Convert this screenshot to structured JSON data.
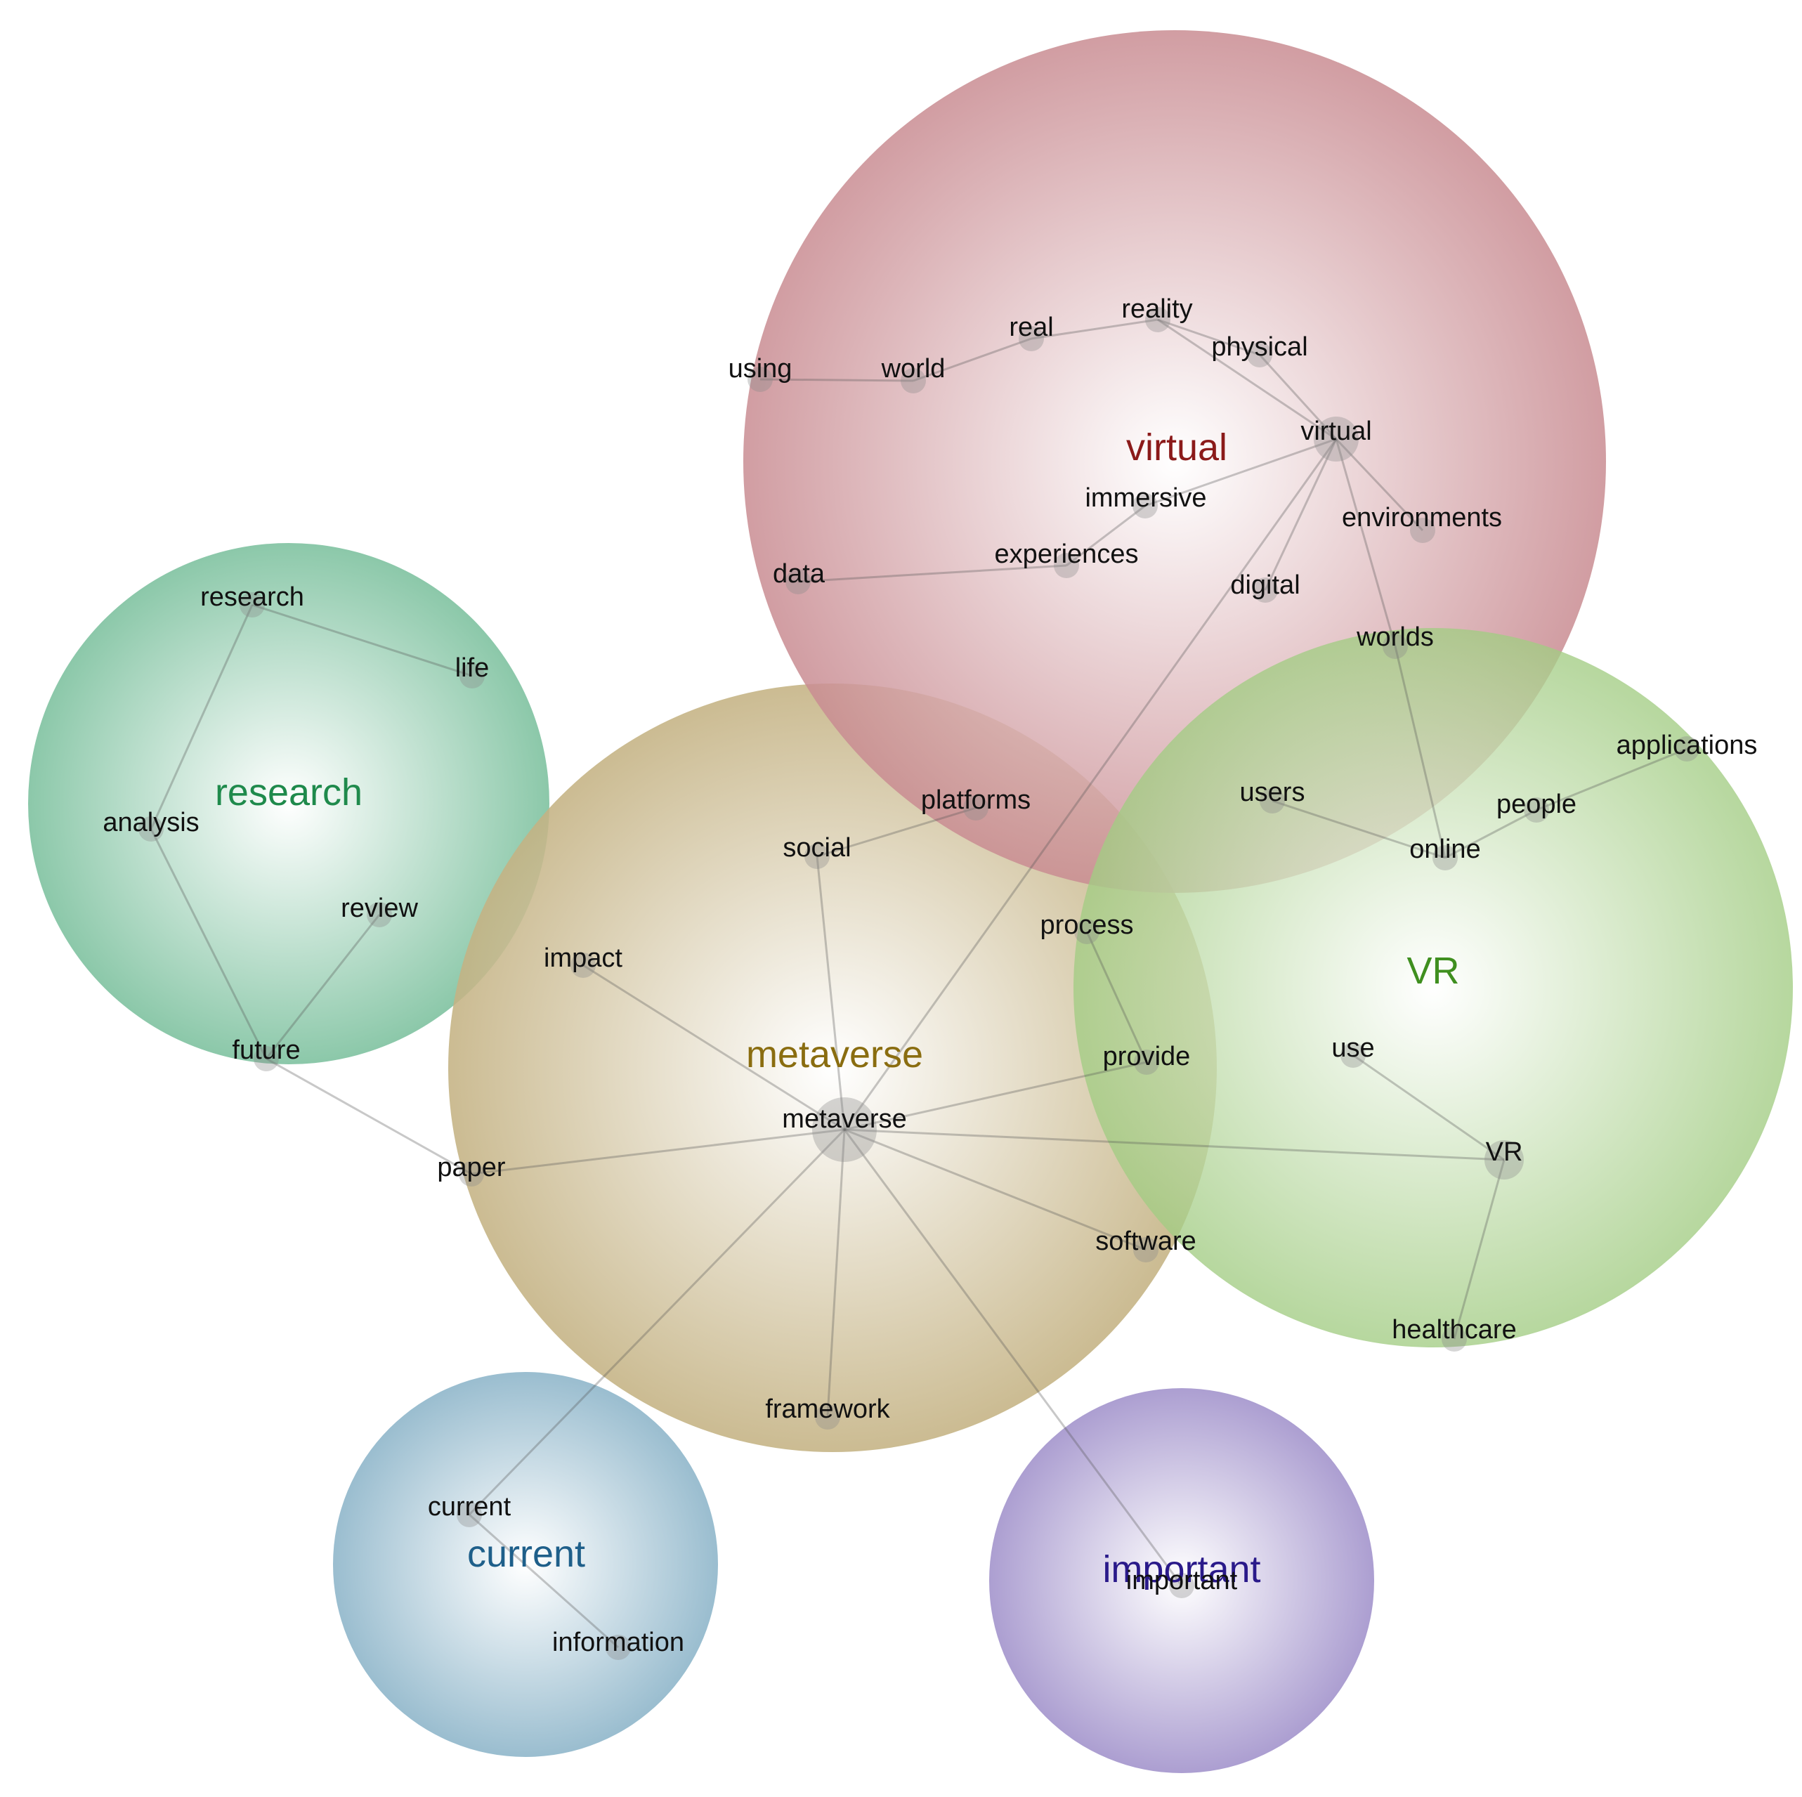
{
  "themes": [
    {
      "id": "virtual",
      "label": "virtual",
      "color": "#c98c92",
      "text_color": "#8b1a1a"
    },
    {
      "id": "research",
      "label": "research",
      "color": "#8cc7a8",
      "text_color": "#1f8a4c"
    },
    {
      "id": "metaverse",
      "label": "metaverse",
      "color": "#c9b98a",
      "text_color": "#8a6d10"
    },
    {
      "id": "vr",
      "label": "VR",
      "color": "#a9d08c",
      "text_color": "#3f8f1f"
    },
    {
      "id": "current",
      "label": "current",
      "color": "#93b9cd",
      "text_color": "#1e5f8a"
    },
    {
      "id": "important",
      "label": "important",
      "color": "#a99bd0",
      "text_color": "#2a1a8a"
    }
  ],
  "nodes": [
    {
      "id": "using",
      "label": "using",
      "theme": "virtual"
    },
    {
      "id": "world",
      "label": "world",
      "theme": "virtual"
    },
    {
      "id": "real",
      "label": "real",
      "theme": "virtual"
    },
    {
      "id": "reality",
      "label": "reality",
      "theme": "virtual"
    },
    {
      "id": "physical",
      "label": "physical",
      "theme": "virtual"
    },
    {
      "id": "virtual",
      "label": "virtual",
      "theme": "virtual"
    },
    {
      "id": "immersive",
      "label": "immersive",
      "theme": "virtual"
    },
    {
      "id": "environments",
      "label": "environments",
      "theme": "virtual"
    },
    {
      "id": "data",
      "label": "data",
      "theme": "virtual"
    },
    {
      "id": "experiences",
      "label": "experiences",
      "theme": "virtual"
    },
    {
      "id": "digital",
      "label": "digital",
      "theme": "virtual"
    },
    {
      "id": "worlds",
      "label": "worlds",
      "theme": "virtual"
    },
    {
      "id": "research",
      "label": "research",
      "theme": "research"
    },
    {
      "id": "life",
      "label": "life",
      "theme": "research"
    },
    {
      "id": "analysis",
      "label": "analysis",
      "theme": "research"
    },
    {
      "id": "review",
      "label": "review",
      "theme": "research"
    },
    {
      "id": "future",
      "label": "future",
      "theme": "research"
    },
    {
      "id": "platforms",
      "label": "platforms",
      "theme": "metaverse"
    },
    {
      "id": "social",
      "label": "social",
      "theme": "metaverse"
    },
    {
      "id": "impact",
      "label": "impact",
      "theme": "metaverse"
    },
    {
      "id": "process",
      "label": "process",
      "theme": "metaverse"
    },
    {
      "id": "provide",
      "label": "provide",
      "theme": "metaverse"
    },
    {
      "id": "metaverse",
      "label": "metaverse",
      "theme": "metaverse"
    },
    {
      "id": "paper",
      "label": "paper",
      "theme": "metaverse"
    },
    {
      "id": "software",
      "label": "software",
      "theme": "metaverse"
    },
    {
      "id": "framework",
      "label": "framework",
      "theme": "metaverse"
    },
    {
      "id": "users",
      "label": "users",
      "theme": "vr"
    },
    {
      "id": "applications",
      "label": "applications",
      "theme": "vr"
    },
    {
      "id": "people",
      "label": "people",
      "theme": "vr"
    },
    {
      "id": "online",
      "label": "online",
      "theme": "vr"
    },
    {
      "id": "use",
      "label": "use",
      "theme": "vr"
    },
    {
      "id": "vr",
      "label": "VR",
      "theme": "vr"
    },
    {
      "id": "healthcare",
      "label": "healthcare",
      "theme": "vr"
    },
    {
      "id": "current",
      "label": "current",
      "theme": "current"
    },
    {
      "id": "information",
      "label": "information",
      "theme": "current"
    },
    {
      "id": "important",
      "label": "important",
      "theme": "important"
    }
  ],
  "edges": [
    [
      "using",
      "world"
    ],
    [
      "world",
      "real"
    ],
    [
      "real",
      "reality"
    ],
    [
      "reality",
      "physical"
    ],
    [
      "reality",
      "virtual"
    ],
    [
      "physical",
      "virtual"
    ],
    [
      "virtual",
      "immersive"
    ],
    [
      "virtual",
      "environments"
    ],
    [
      "virtual",
      "digital"
    ],
    [
      "virtual",
      "worlds"
    ],
    [
      "virtual",
      "metaverse"
    ],
    [
      "immersive",
      "experiences"
    ],
    [
      "experiences",
      "data"
    ],
    [
      "worlds",
      "online"
    ],
    [
      "research",
      "life"
    ],
    [
      "research",
      "analysis"
    ],
    [
      "analysis",
      "future"
    ],
    [
      "review",
      "future"
    ],
    [
      "future",
      "paper"
    ],
    [
      "platforms",
      "social"
    ],
    [
      "social",
      "metaverse"
    ],
    [
      "impact",
      "metaverse"
    ],
    [
      "process",
      "provide"
    ],
    [
      "provide",
      "metaverse"
    ],
    [
      "metaverse",
      "paper"
    ],
    [
      "metaverse",
      "software"
    ],
    [
      "metaverse",
      "framework"
    ],
    [
      "metaverse",
      "vr"
    ],
    [
      "metaverse",
      "current"
    ],
    [
      "metaverse",
      "important"
    ],
    [
      "users",
      "online"
    ],
    [
      "online",
      "people"
    ],
    [
      "people",
      "applications"
    ],
    [
      "use",
      "vr"
    ],
    [
      "vr",
      "healthcare"
    ],
    [
      "current",
      "information"
    ]
  ]
}
